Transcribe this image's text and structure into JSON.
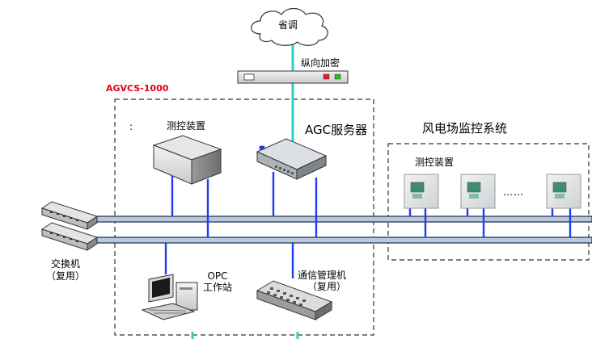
{
  "cloud": {
    "label": "省调"
  },
  "encryptor": {
    "label": "纵向加密"
  },
  "system_box": {
    "label": "AGVCS-1000",
    "label_color": "#e0001b"
  },
  "colon_mark": ":",
  "measure_device": {
    "label": "测控装置"
  },
  "agc_server": {
    "label": "AGC服务器"
  },
  "wind_farm": {
    "title": "风电场监控系统",
    "device_label": "测控装置",
    "ellipsis": "……"
  },
  "switch": {
    "line1": "交换机",
    "line2": "（复用）"
  },
  "opc": {
    "line1": "OPC",
    "line2": "工作站"
  },
  "comm_manager": {
    "line1": "通信管理机",
    "line2": "（复用）"
  },
  "colors": {
    "bus_core": "#b8c8e0",
    "bus_edge": "#1d2a44",
    "blue_link": "#1e3ef0",
    "teal_link": "#2ad0c8",
    "dashed_border": "#333333"
  }
}
